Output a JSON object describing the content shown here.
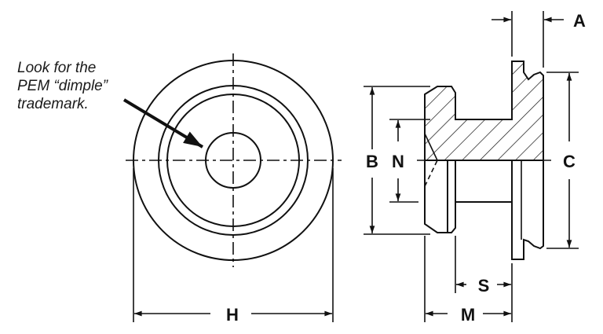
{
  "note": {
    "lines": [
      "Look for the",
      "PEM “dimple”",
      "trademark."
    ]
  },
  "dimensions": {
    "A": "A",
    "B": "B",
    "C": "C",
    "H": "H",
    "M": "M",
    "N": "N",
    "S": "S"
  },
  "colors": {
    "line": "#111111",
    "background": "#ffffff"
  }
}
